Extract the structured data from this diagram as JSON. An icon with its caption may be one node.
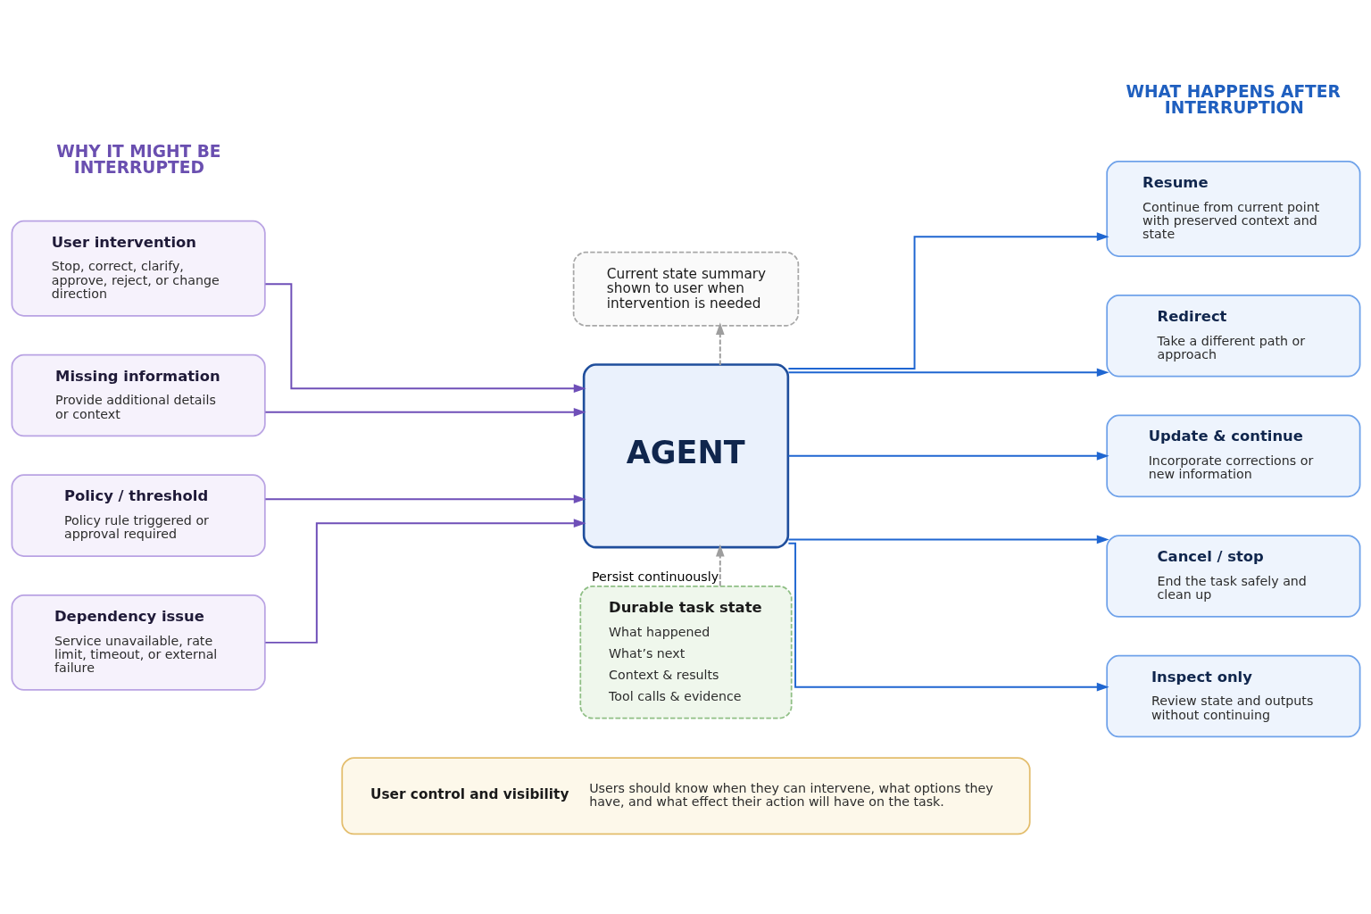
{
  "diagram": {
    "nodes": [
      {
        "text": [
          "User intervention",
          "Stop, correct, clarify, approve, reject, or change direction"
        ]
      },
      {
        "text": [
          "Missing information",
          "Provide additional details or context"
        ]
      },
      {
        "text": [
          "Policy / threshold",
          "Policy rule triggered or approval required"
        ]
      },
      {
        "text": [
          "Dependency issue",
          "Service unavailable, rate limit, timeout, or external failure"
        ]
      },
      {
        "text": [
          "Current state summary shown to user when intervention is needed"
        ]
      },
      {
        "text": [
          "AGENT"
        ]
      },
      {
        "text": [
          "Durable task state",
          "What happened",
          "What’s next",
          "Context & results",
          "Tool calls & evidence"
        ]
      },
      {
        "text": [
          "Resume",
          "Continue from current point with preserved context and state"
        ]
      },
      {
        "text": [
          "Redirect",
          "Take a different path or approach"
        ]
      },
      {
        "text": [
          "Update & continue",
          "Incorporate corrections or new information"
        ]
      },
      {
        "text": [
          "Cancel / stop",
          "End the task safely and clean up"
        ]
      },
      {
        "text": [
          "Inspect only",
          "Review state and outputs without continuing"
        ]
      },
      {
        "text": [
          "User control and visibility",
          "Users should know when they can intervene, what options they have, and what effect their action will have on the task."
        ]
      }
    ],
    "edges": [
      {
        "from": 0,
        "to": 5,
        "arrow": "to",
        "color": "#6f4fb8"
      },
      {
        "from": 1,
        "to": 5,
        "arrow": "to",
        "color": "#6f4fb8"
      },
      {
        "from": 2,
        "to": 5,
        "arrow": "to",
        "color": "#6f4fb8"
      },
      {
        "from": 3,
        "to": 5,
        "arrow": "to",
        "color": "#6f4fb8"
      },
      {
        "from": 5,
        "to": 4,
        "arrow": "to",
        "style": "dashed",
        "color": "#9e9e9e"
      },
      {
        "from": 6,
        "to": 5,
        "arrow": "to",
        "label": "Persist continuously",
        "style": "dashed",
        "color": "#9e9e9e"
      },
      {
        "from": 5,
        "to": 7,
        "arrow": "to"
      },
      {
        "from": 5,
        "to": 8,
        "arrow": "to"
      },
      {
        "from": 5,
        "to": 9,
        "arrow": "to"
      },
      {
        "from": 5,
        "to": 10,
        "arrow": "to"
      },
      {
        "from": 5,
        "to": 11,
        "arrow": "to"
      }
    ],
    "labels": [
      "WHY IT MIGHT BE INTERRUPTED",
      "WHAT HAPPENS AFTER INTERRUPTION"
    ]
  }
}
